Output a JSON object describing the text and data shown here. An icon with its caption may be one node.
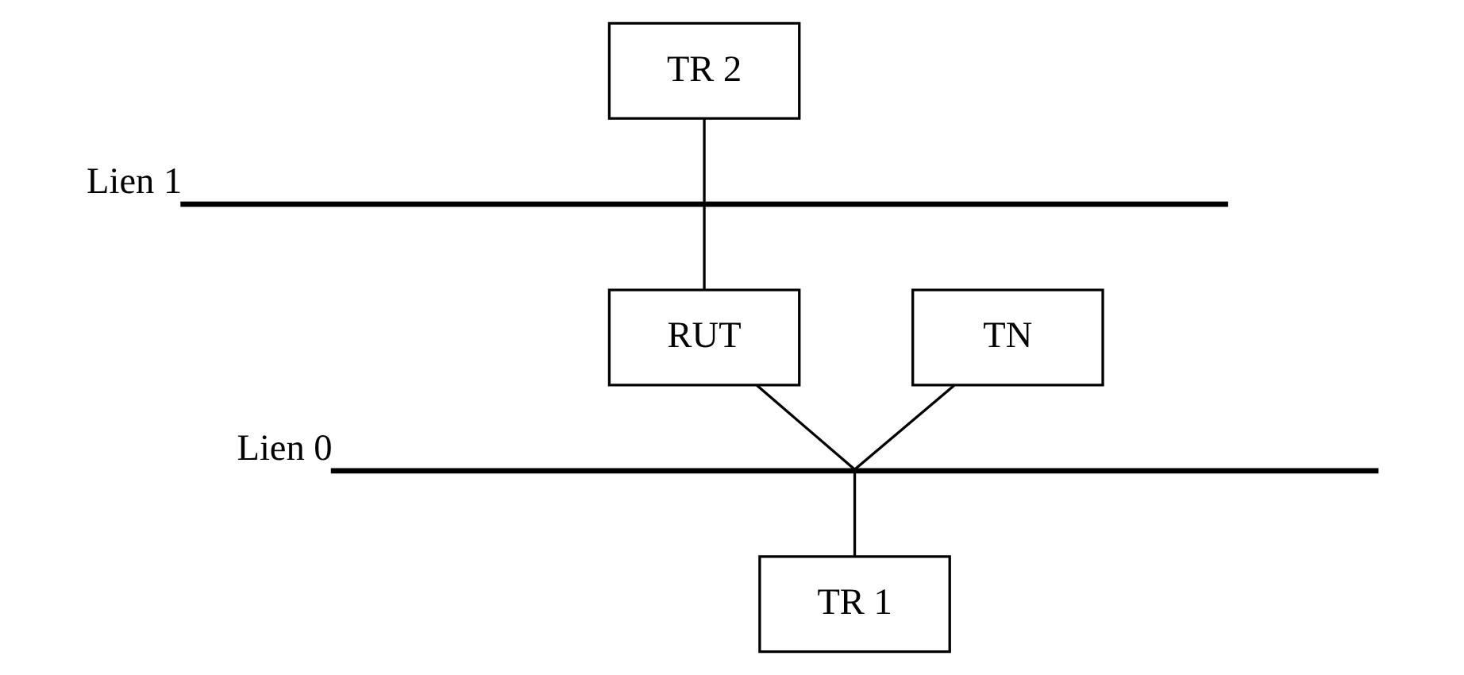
{
  "diagram": {
    "nodes": [
      {
        "text": [
          "TR 2"
        ]
      },
      {
        "text": [],
        "shape": "bar",
        "beside": [
          "Lien 1"
        ]
      },
      {
        "text": [
          "RUT"
        ]
      },
      {
        "text": [
          "TN"
        ]
      },
      {
        "text": [],
        "shape": "bar",
        "beside": [
          "Lien 0"
        ]
      },
      {
        "text": [
          "TR 1"
        ]
      }
    ],
    "edges": [
      {
        "from": 0,
        "to": 1,
        "arrow": "none"
      },
      {
        "from": 1,
        "to": 2,
        "arrow": "none"
      },
      {
        "from": 2,
        "to": 4,
        "arrow": "none"
      },
      {
        "from": 3,
        "to": 4,
        "arrow": "none"
      },
      {
        "from": 4,
        "to": 5,
        "arrow": "none"
      }
    ]
  }
}
